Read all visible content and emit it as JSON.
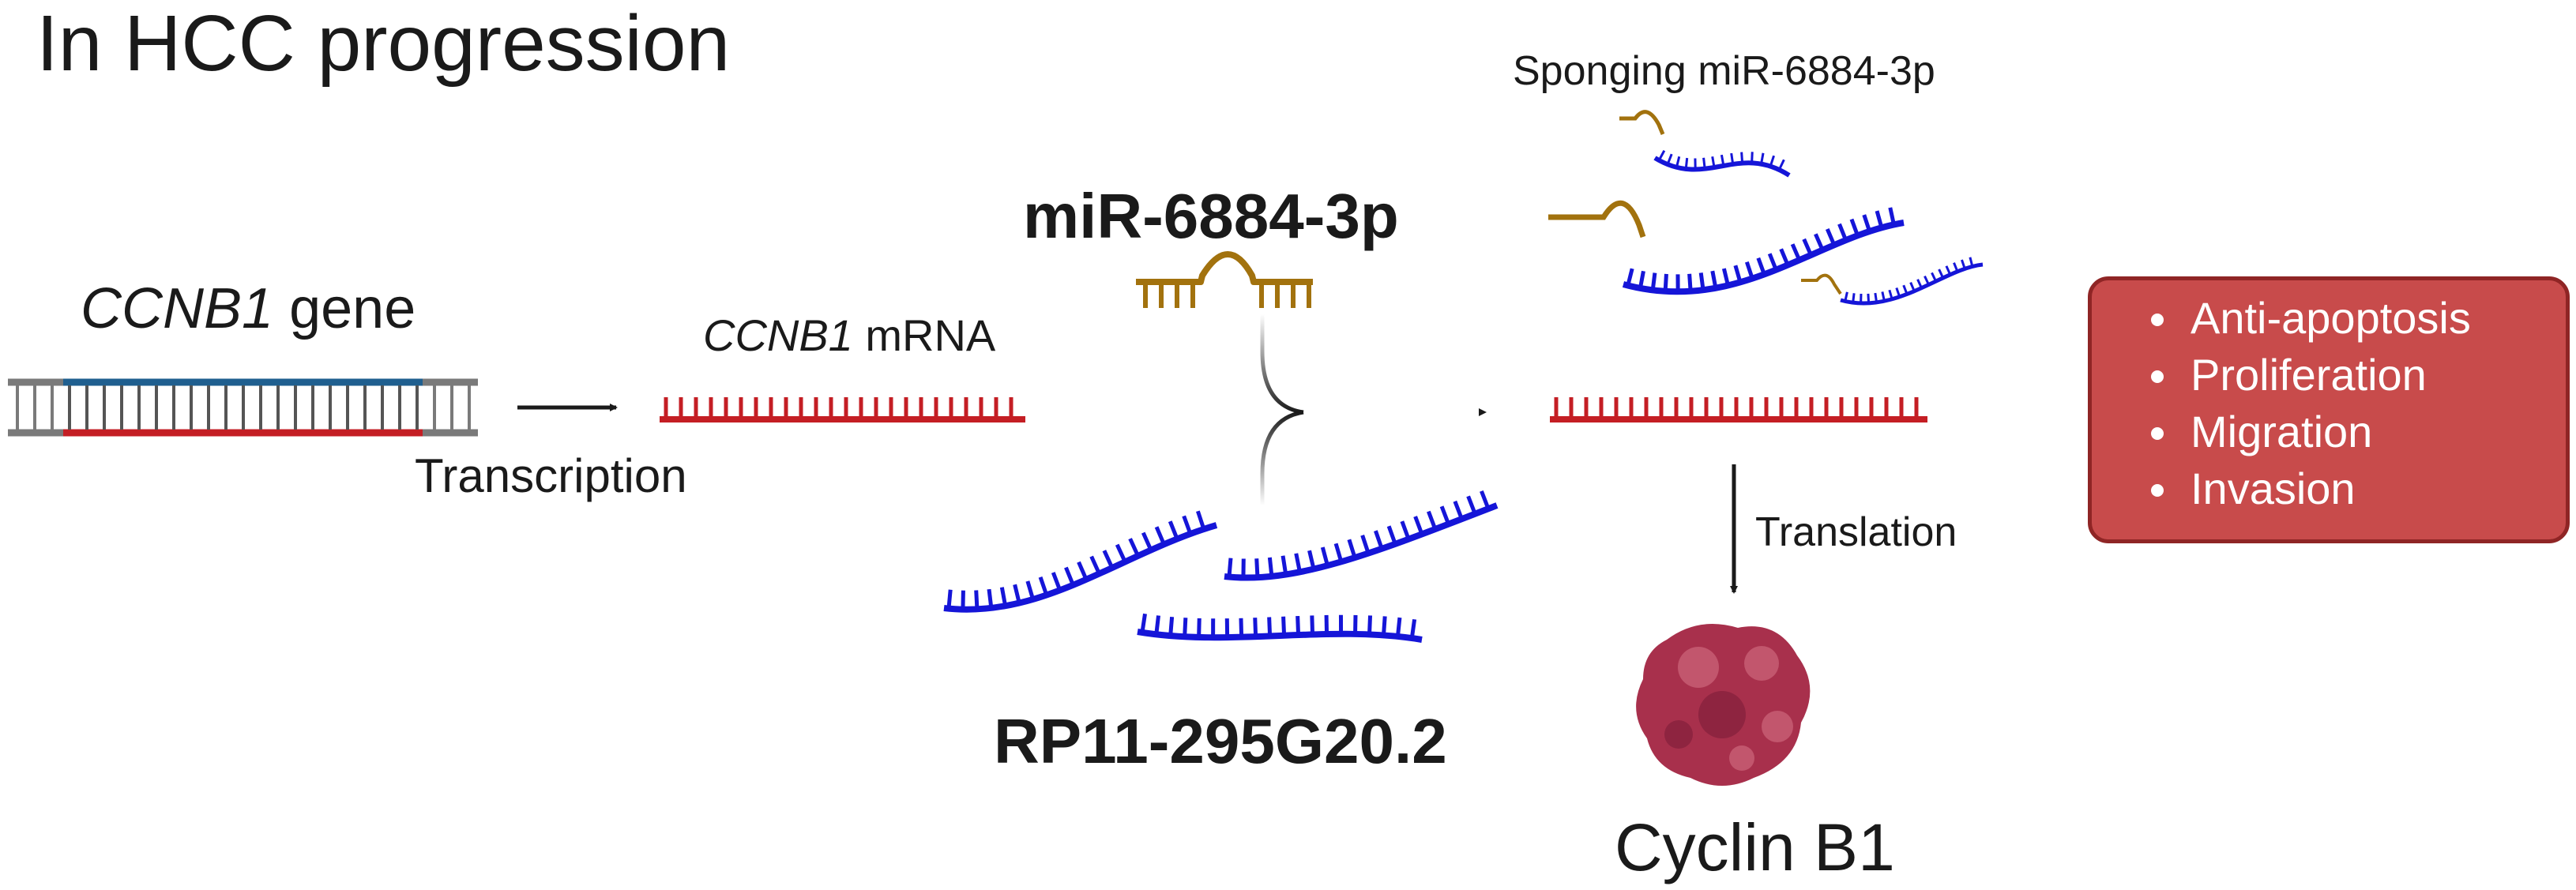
{
  "title": "In HCC progression",
  "gene": {
    "name": "CCNB1",
    "suffix": " gene"
  },
  "mrna": {
    "name": "CCNB1",
    "suffix": " mRNA"
  },
  "step_transcription": "Transcription",
  "mirna": "miR-6884-3p",
  "lncrna": "RP11-295G20.2",
  "sponging": "Sponging miR-6884-3p",
  "step_translation": "Translation",
  "protein": "Cyclin B1",
  "effects": [
    "Anti-apoptosis",
    "Proliferation",
    "Migration",
    "Invasion"
  ],
  "colors": {
    "mrna": "#c41e24",
    "dna_top": "#1f5f8f",
    "dna_ends": "#7a7a7a",
    "mirna": "#a2720e",
    "lncrna": "#1515d8",
    "protein": "#a8304c",
    "effects_box": "#c84b4b"
  },
  "icons": [
    "dna-icon",
    "mrna-icon",
    "mirna-icon",
    "lncrna-icon",
    "protein-icon"
  ]
}
